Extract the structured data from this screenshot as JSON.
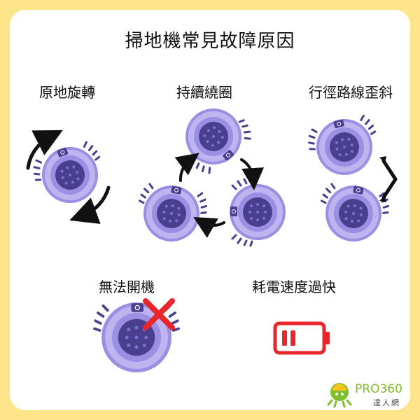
{
  "title": "掃地機常見故障原因",
  "issues": [
    {
      "label": "原地旋轉",
      "icon": "robot-vacuum-spinning-icon"
    },
    {
      "label": "持續繞圈",
      "icon": "robot-vacuum-circling-icon"
    },
    {
      "label": "行徑路線歪斜",
      "icon": "robot-vacuum-path-deviation-icon"
    },
    {
      "label": "無法開機",
      "icon": "robot-vacuum-power-failure-icon"
    },
    {
      "label": "耗電速度過快",
      "icon": "low-battery-icon"
    }
  ],
  "brand": {
    "name": "PRO360",
    "subtitle": "達人網",
    "accent": "#7FBF2C"
  },
  "colors": {
    "frame": "#FFE58A",
    "robot_body": "#9B8FE3",
    "robot_dark": "#4A3F8F",
    "alert_red": "#E8262B"
  }
}
